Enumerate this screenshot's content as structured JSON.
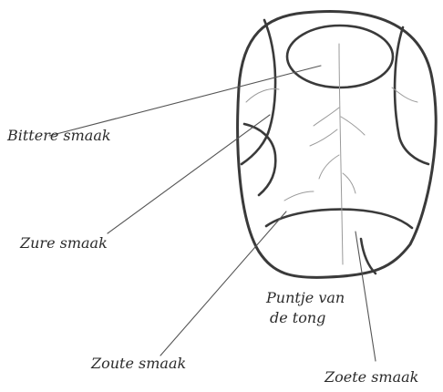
{
  "labels": {
    "bitter": "Bittere smaak",
    "sour": "Zure smaak",
    "salty": "Zoute smaak",
    "tip_line1": "Puntje van",
    "tip_line2": "de tong",
    "sweet": "Zoete smaak"
  },
  "colors": {
    "ink": "#3a3a3a",
    "vein": "#9a9a9a",
    "background": "#ffffff"
  }
}
